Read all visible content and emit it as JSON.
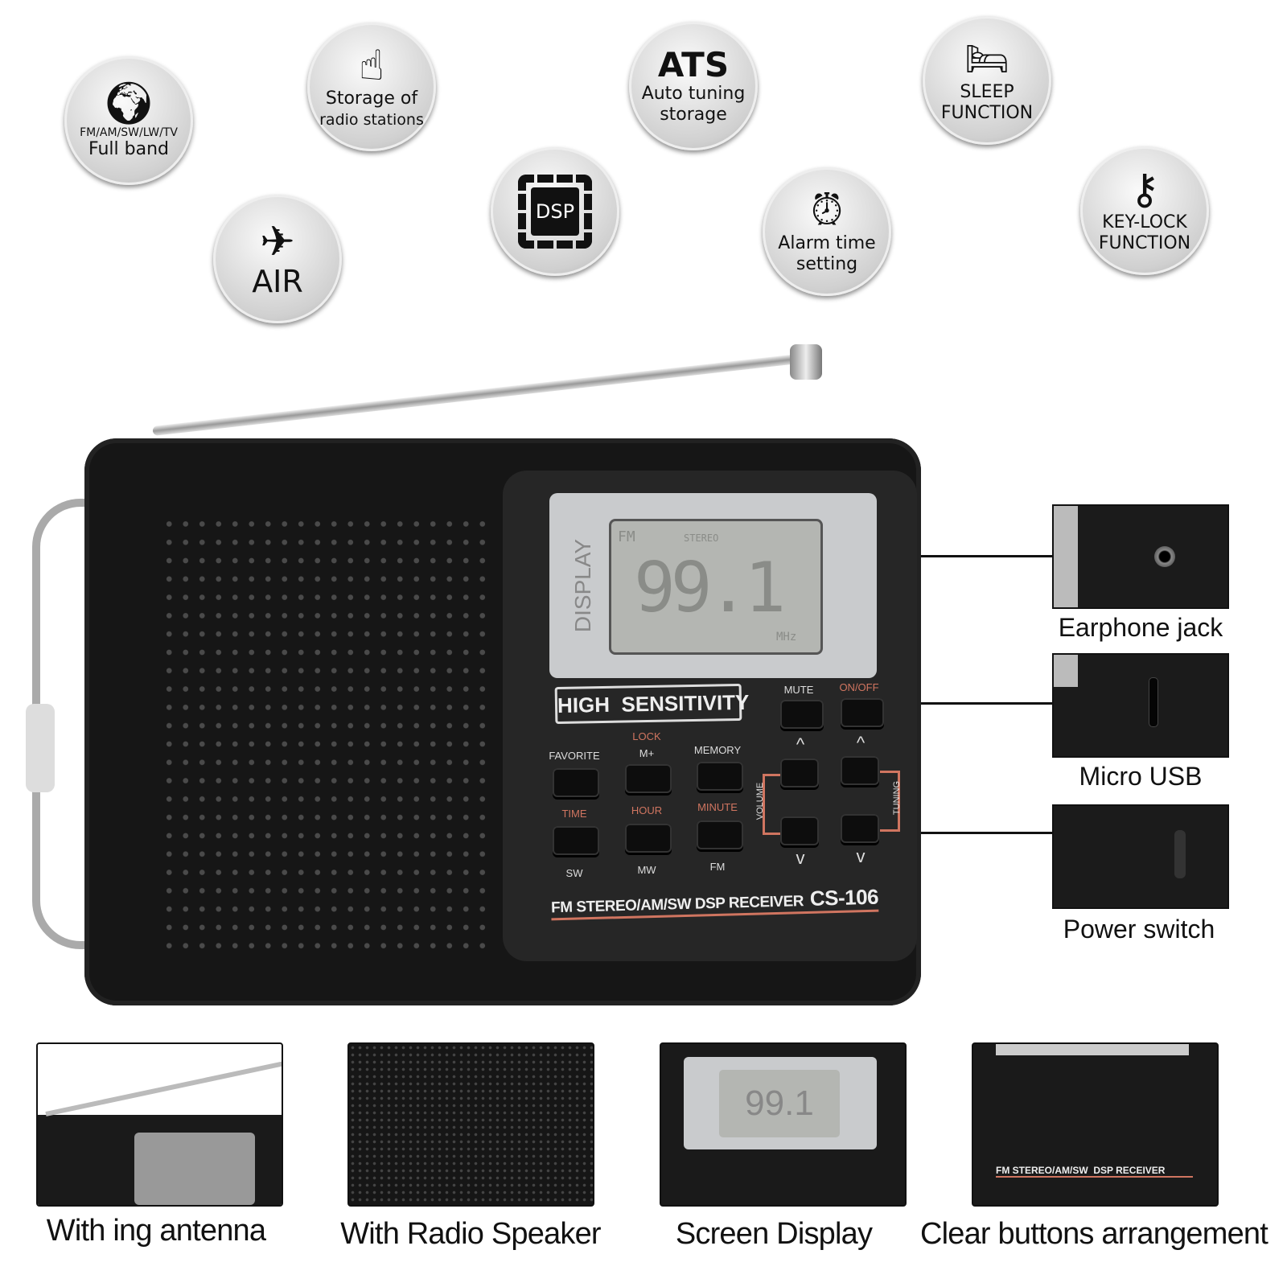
{
  "features": [
    {
      "icon": "globe-icon",
      "lines": [
        "FM/AM/SW/LW/TV",
        "Full band"
      ]
    },
    {
      "icon": "touch-hand-icon",
      "lines": [
        "Storage of",
        "radio stations"
      ]
    },
    {
      "icon": "airplane-icon",
      "lines": [
        "AIR"
      ]
    },
    {
      "icon": "chip-icon",
      "lines": [
        "DSP"
      ]
    },
    {
      "icon": "",
      "lines": [
        "ATS",
        "Auto tuning",
        "storage"
      ]
    },
    {
      "icon": "alarm-clock-icon",
      "lines": [
        "Alarm time",
        "setting"
      ]
    },
    {
      "icon": "bed-icon",
      "lines": [
        "SLEEP",
        "FUNCTION"
      ]
    },
    {
      "icon": "key-icon",
      "lines": [
        "KEY-LOCK",
        "FUNCTION"
      ]
    }
  ],
  "radio": {
    "display_label": "DISPLAY",
    "lcd": {
      "frequency": "99.1",
      "stereo": "STEREO",
      "band": "FM",
      "unit": "MHz"
    },
    "sensitivity": "HIGH  SENSITIVITY",
    "buttons": {
      "mute": "MUTE",
      "onoff": "ON/OFF",
      "favorite": "FAVORITE",
      "lock": "LOCK",
      "mplus": "M+",
      "memory": "MEMORY",
      "time": "TIME",
      "hour": "HOUR",
      "minute": "MINUTE",
      "sw": "SW",
      "mw": "MW",
      "fm": "FM",
      "volume": "VOLUME",
      "tuning": "TUNING",
      "up": "^",
      "down": "v"
    },
    "model_line": "FM STEREO/AM/SW  DSP RECEIVER",
    "model": "CS-106",
    "accent": "#d07560"
  },
  "callouts": [
    "Earphone jack",
    "Micro USB",
    "Power switch"
  ],
  "thumbnails": [
    "With ing antenna",
    "With Radio Speaker",
    "Screen Display",
    "Clear buttons arrangement"
  ]
}
